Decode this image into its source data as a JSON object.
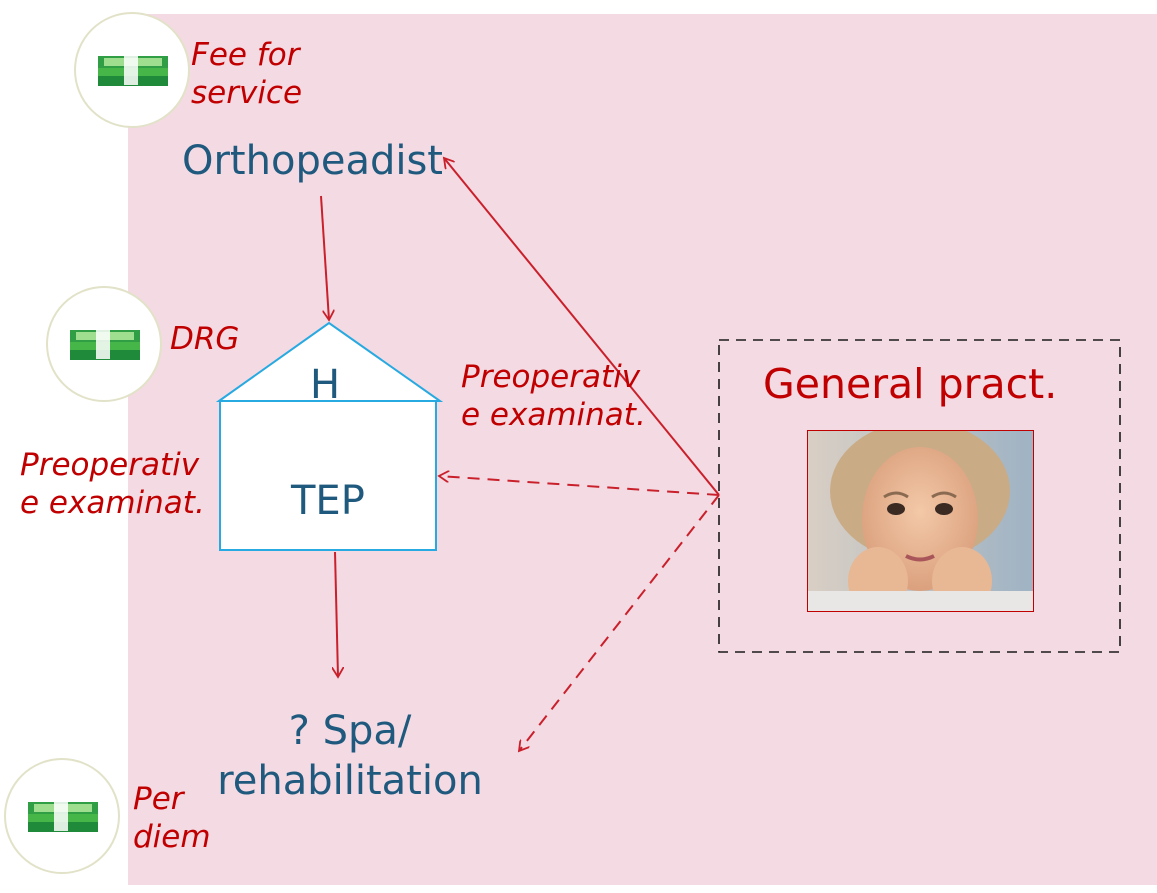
{
  "colors": {
    "panel_background": "#f4dae3",
    "arrow": "#c9202b",
    "node_text": "#1f5a7e",
    "label_text": "#c00000",
    "house_stroke": "#27a9e1"
  },
  "payment_labels": {
    "fee_for_service": [
      "Fee for",
      "service"
    ],
    "drg": "DRG",
    "per_diem": [
      "Per",
      "diem"
    ]
  },
  "nodes": {
    "orthopeadist": "Orthopeadist",
    "hospital_roof": "H",
    "hospital_body": "TEP",
    "rehab": [
      "? Spa/",
      "rehabilitation"
    ],
    "general_practitioner": "General pract."
  },
  "arrow_labels": {
    "preop_right": [
      "Preoperativ",
      "e examinat."
    ],
    "preop_left": [
      "Preoperativ",
      "e examinat."
    ]
  },
  "icons": {
    "payment_icon": "money-stack-icon",
    "gp_photo": "elderly-woman-photo"
  }
}
